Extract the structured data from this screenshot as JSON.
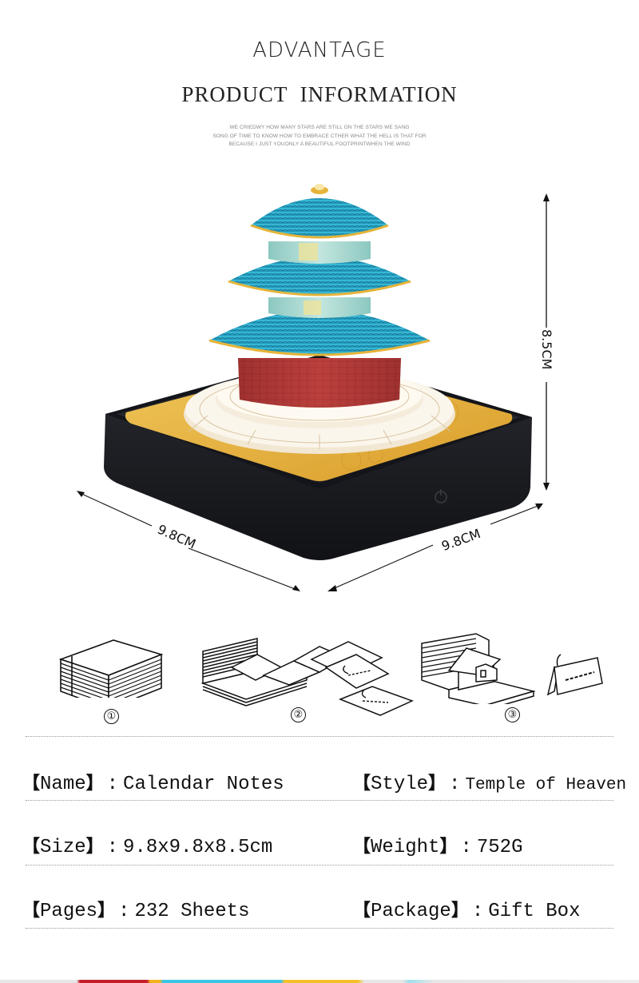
{
  "header": {
    "title": "ADVANTAGE",
    "subtitle": "PRODUCT INFORMATION",
    "tagline": [
      "WE CRIEDWY HOW MANY STARS ARE STILL ON THE STARS WE SANG",
      "SONG OF TIME TO KNOW HOW TO EMBRACE CTHER WHAT THE HELL IS THAT FOR",
      "BECAUSE I JUST YOUONLY A BEAUTIFUL FOOTPRINTWHEN THE WIND"
    ]
  },
  "product_image": {
    "subject": "temple-of-heaven-calendar-notes",
    "dimensions": {
      "height": "8.5CM",
      "width_left": "9.8CM",
      "width_right": "9.8CM"
    },
    "colors": {
      "roof": "#27a9c9",
      "wall": "#b33a38",
      "drum": "#a9d8d2",
      "gold": "#e6b43a",
      "base": "#1c1d22",
      "plate": "#e2ac3c",
      "terrace": "#f6efe2"
    }
  },
  "steps": [
    {
      "number": "①",
      "icon": "paper-stack-icon"
    },
    {
      "number": "②",
      "icon": "tear-off-pages-icon"
    },
    {
      "number": "③",
      "icon": "house-model-icon"
    }
  ],
  "specs": [
    {
      "key": "Name",
      "value": "Calendar Notes"
    },
    {
      "key": "Style",
      "value": "Temple of Heaven"
    },
    {
      "key": "Size",
      "value": "9.8x9.8x8.5cm"
    },
    {
      "key": "Weight",
      "value": "752G"
    },
    {
      "key": "Pages",
      "value": "232 Sheets"
    },
    {
      "key": "Package",
      "value": "Gift Box"
    }
  ],
  "symbols": {
    "bracket_open": "【",
    "bracket_close": "】",
    "colon": ":"
  }
}
